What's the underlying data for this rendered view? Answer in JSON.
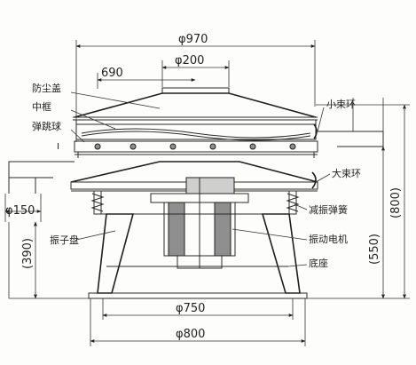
{
  "dimensions": {
    "top_width": "φ970",
    "inlet": "φ200",
    "offset": "690",
    "outlet": "φ150",
    "base_inner": "φ750",
    "base_outer": "φ800",
    "height_total": "(800)",
    "height_mid": "(550)",
    "height_left": "(390)"
  },
  "labels": {
    "dust_cover": "防尘盖",
    "middle_frame": "中框",
    "bounce_ball": "弹跳球",
    "small_ring": "小束环",
    "large_ring": "大束环",
    "damping_spring": "减振弹簧",
    "vibrating_plate": "振子盘",
    "vibration_motor": "振动电机",
    "base": "底座",
    "marker_i": "I"
  }
}
